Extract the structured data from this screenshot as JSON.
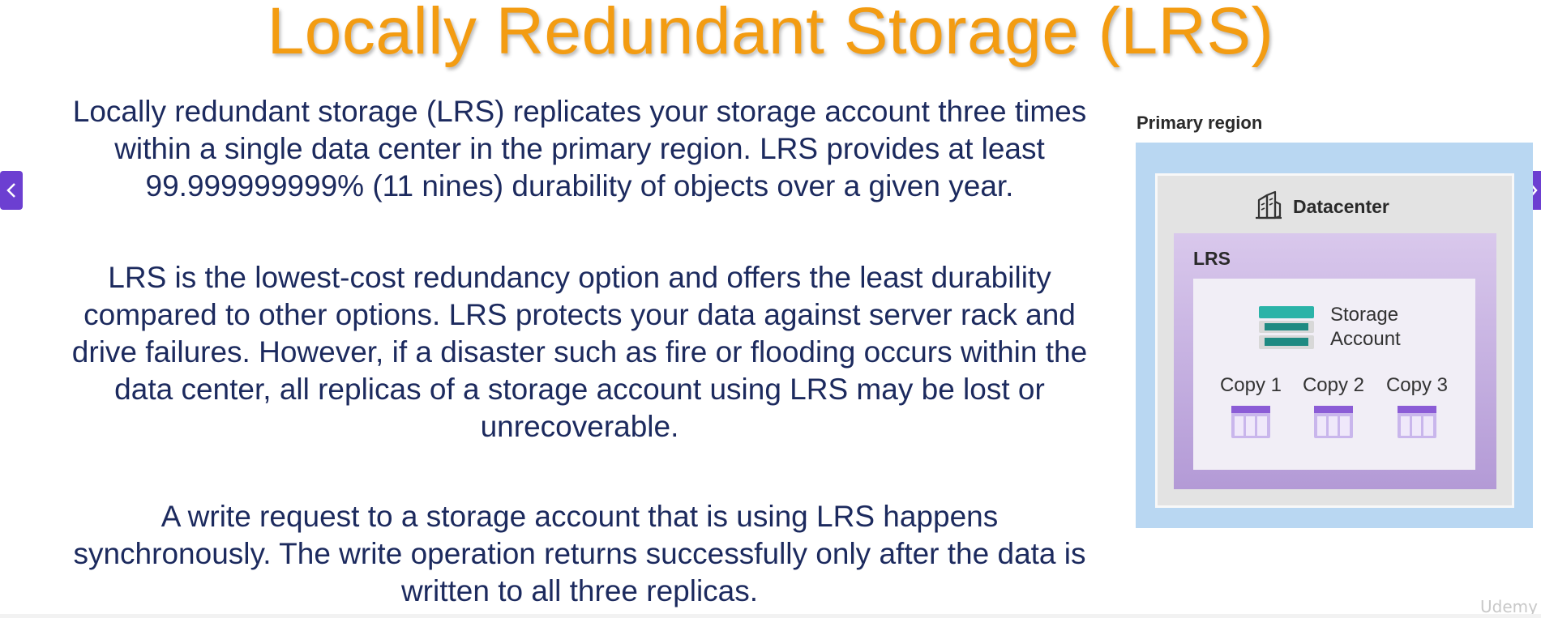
{
  "slide": {
    "title": "Locally Redundant Storage (LRS)",
    "paragraphs": [
      "Locally redundant storage (LRS) replicates your storage account three times within a single data center in the primary region. LRS provides at least 99.999999999% (11 nines) durability of objects over a given year.",
      "LRS is the lowest-cost redundancy option and offers the least durability compared to other options. LRS protects your data against server rack and drive failures. However, if a disaster such as fire or flooding occurs within the data center, all replicas of a storage account using LRS may be lost or unrecoverable.",
      "A write request to a storage account that is using LRS happens synchronously. The write operation returns successfully only after the data is written to all three replicas."
    ]
  },
  "diagram": {
    "region_label": "Primary region",
    "datacenter_label": "Datacenter",
    "lrs_label": "LRS",
    "storage_line1": "Storage",
    "storage_line2": "Account",
    "copies": [
      "Copy 1",
      "Copy 2",
      "Copy 3"
    ],
    "colors": {
      "region": "#b9d7f2",
      "datacenter": "#e3e3e3",
      "lrs": "#b39ad6",
      "storage_teal": "#2bb3a8",
      "copy_purple": "#8b5cd6"
    }
  },
  "navigation": {
    "prev_icon": "chevron-left-icon",
    "next_icon": "chevron-right-icon"
  },
  "watermark": "Udemy",
  "colors": {
    "title": "#f39c12",
    "body_text": "#1c2a5e",
    "nav": "#6c3fd1"
  }
}
